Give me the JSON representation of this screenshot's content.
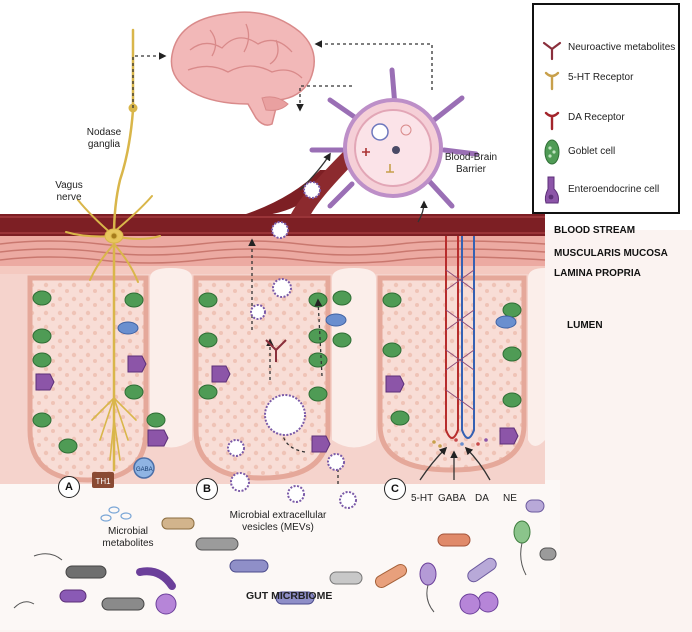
{
  "labels": {
    "nodase_ganglia": "Nodase ganglia",
    "vagus_nerve": "Vagus nerve",
    "bbb": "Blood-Brain Barrier",
    "th1": "TH1",
    "gaba_cell": "GABA",
    "microbial_metabolites": "Microbial metabolites",
    "mevs": "Microbial extracellular vesicles (MEVs)",
    "gut_microbiome": "GUT MICRBIOME"
  },
  "layers": {
    "blood_stream": "BLOOD STREAM",
    "muscularis": "MUSCULARIS MUCOSA",
    "lamina": "LAMINA PROPRIA",
    "lumen": "LUMEN"
  },
  "pathways": {
    "a": "A",
    "b": "B",
    "c": "C"
  },
  "neurotransmitters": [
    "5-HT",
    "GABA",
    "DA",
    "NE"
  ],
  "legend": [
    {
      "icon": "neuroactive-metabolite-icon",
      "label": "Neuroactive metabolites"
    },
    {
      "icon": "5ht-receptor-icon",
      "label": "5-HT Receptor"
    },
    {
      "icon": "da-receptor-icon",
      "label": "DA Receptor"
    },
    {
      "icon": "goblet-cell-icon",
      "label": "Goblet cell"
    },
    {
      "icon": "enteroendocrine-cell-icon",
      "label": "Enteroendocrine  cell"
    }
  ],
  "colors": {
    "blood": "#7d1f24",
    "tissue": "#f6d6d0",
    "goblet": "#4f9b55",
    "enteroendocrine": "#8c55a8",
    "nerve": "#d9b64a",
    "brain": "#f2b8b8"
  }
}
